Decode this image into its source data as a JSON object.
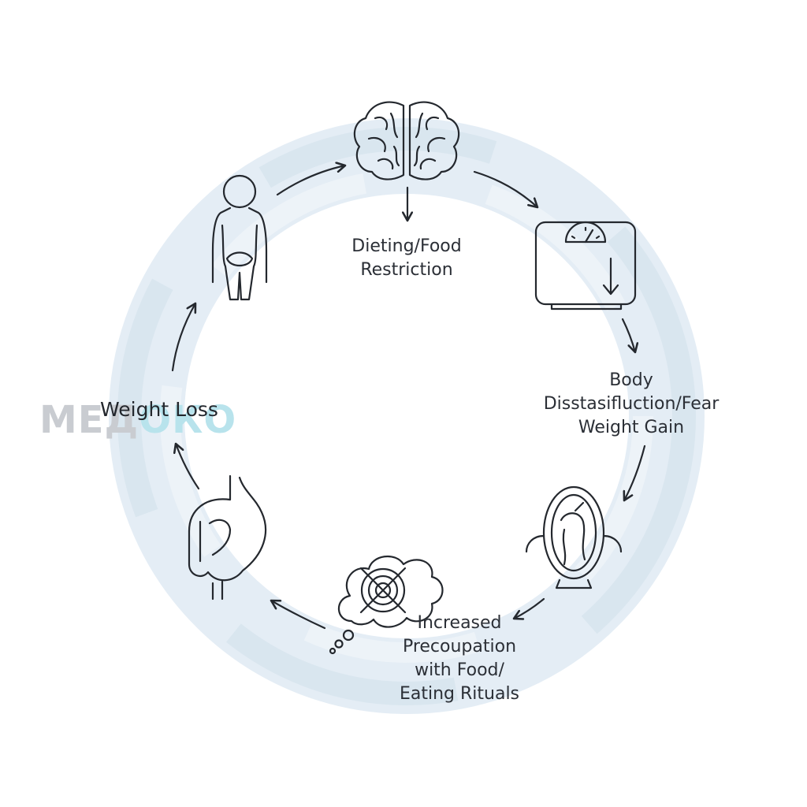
{
  "diagram": {
    "stages": [
      {
        "id": "dieting",
        "icon": "brain-icon",
        "lines": [
          "Dieting/Food",
          "Restriction"
        ]
      },
      {
        "id": "body",
        "icon": "scale-icon",
        "lines": [
          "Body",
          "Disstasifluction/Fear",
          "Weight Gain"
        ]
      },
      {
        "id": "preoccupation",
        "icon": "thought-bubble-icon",
        "lines": [
          "Increased",
          "Precoupation",
          "with Food/",
          "Eating Rituals"
        ]
      },
      {
        "id": "weight-loss",
        "icon": "stomach-icon",
        "lines": [
          "Weight Loss"
        ]
      }
    ],
    "extra_icons": [
      "human-figure-icon",
      "mirror-icon"
    ],
    "colors": {
      "ring": "#dfe9f2",
      "stroke": "#24282e",
      "text": "#2b2f36"
    }
  },
  "watermark": {
    "part_a": "МЕД",
    "part_b": "ОКО"
  }
}
